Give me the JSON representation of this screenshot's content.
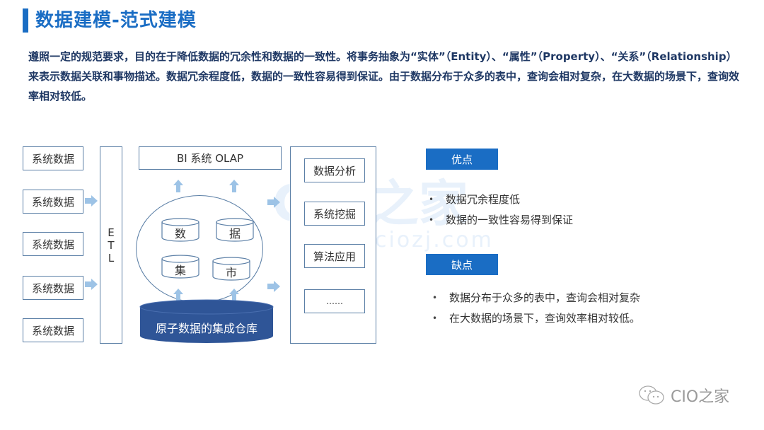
{
  "header": {
    "title": "数据建模-范式建模",
    "accent_color": "#1a6dc4"
  },
  "intro": {
    "text": "遵照一定的规范要求，目的在于降低数据的冗余性和数据的一致性。将事务抽象为“实体”（Entity）、“属性”（Property）、“关系”（Relationship）来表示数据关联和事物描述。数据冗余程度低，数据的一致性容易得到保证。由于数据分布于众多的表中，查询会相对复杂，在大数据的场景下，查询效率相对较低。"
  },
  "diagram": {
    "sources": [
      "系统数据",
      "系统数据",
      "系统数据",
      "系统数据",
      "系统数据"
    ],
    "etl": [
      "E",
      "T",
      "L"
    ],
    "bi": "BI 系统 OLAP",
    "datamart": [
      "数",
      "据",
      "集",
      "市"
    ],
    "warehouse": "原子数据的集成仓库",
    "tools": [
      "数据分析",
      "系统挖掘",
      "算法应用",
      "……"
    ],
    "arrow_color": "#9dc3e6",
    "warehouse_color": "#2f5597"
  },
  "pros": {
    "label": "优点",
    "items": [
      "数据冗余程度低",
      "数据的一致性容易得到保证"
    ]
  },
  "cons": {
    "label": "缺点",
    "items": [
      "数据分布于众多的表中，查询会相对复杂",
      "在大数据的场景下，查询效率相对较低。"
    ]
  },
  "watermark": {
    "text": "CIO之家",
    "url_text": "ciozj.com"
  },
  "footer": {
    "brand": "CIO之家"
  }
}
